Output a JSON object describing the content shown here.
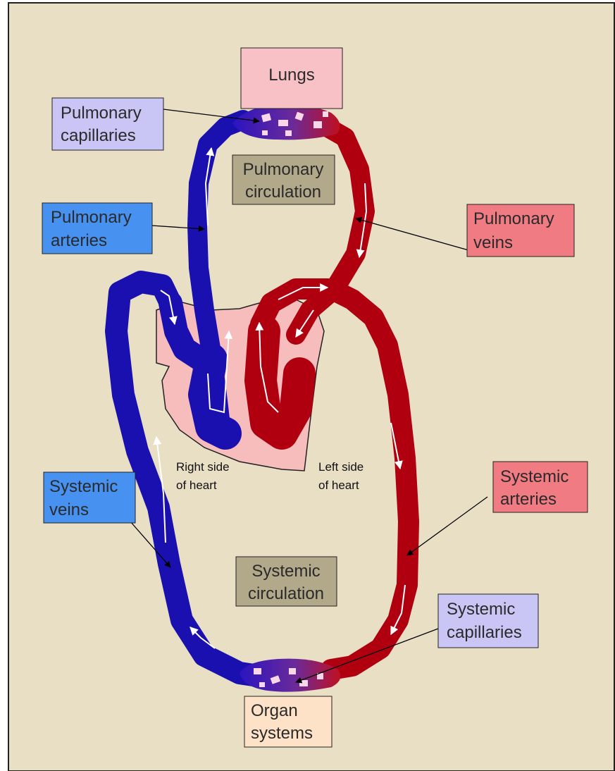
{
  "labels": {
    "lungs": "Lungs",
    "pulmonary_capillaries": [
      "Pulmonary",
      "capillaries"
    ],
    "pulmonary_circulation": [
      "Pulmonary",
      "circulation"
    ],
    "pulmonary_arteries": [
      "Pulmonary",
      "arteries"
    ],
    "pulmonary_veins": [
      "Pulmonary",
      "veins"
    ],
    "right_side": [
      "Right side",
      "of heart"
    ],
    "left_side": [
      "Left side",
      "of heart"
    ],
    "systemic_veins": [
      "Systemic",
      "veins"
    ],
    "systemic_arteries": [
      "Systemic",
      "arteries"
    ],
    "systemic_circulation": [
      "Systemic",
      "circulation"
    ],
    "systemic_capillaries": [
      "Systemic",
      "capillaries"
    ],
    "organ_systems": [
      "Organ",
      "systems"
    ]
  },
  "colors": {
    "background": "#e8dfc4",
    "deoxygenated": "#1a10b0",
    "oxygenated": "#b00010",
    "capillary": "#5a3aa0",
    "heart": "#f7bcbc",
    "lungs_box": "#f7c1c5",
    "pulmonary_capillaries_box": "#c9c6f5",
    "pulmonary_arteries_box": "#4791f0",
    "pulmonary_veins_box": "#f17b82",
    "circulation_box": "#b2a88a",
    "systemic_veins_box": "#4791f0",
    "systemic_arteries_box": "#f17b82",
    "systemic_capillaries_box": "#c9c6f5",
    "organ_box": "#fde2c8"
  }
}
